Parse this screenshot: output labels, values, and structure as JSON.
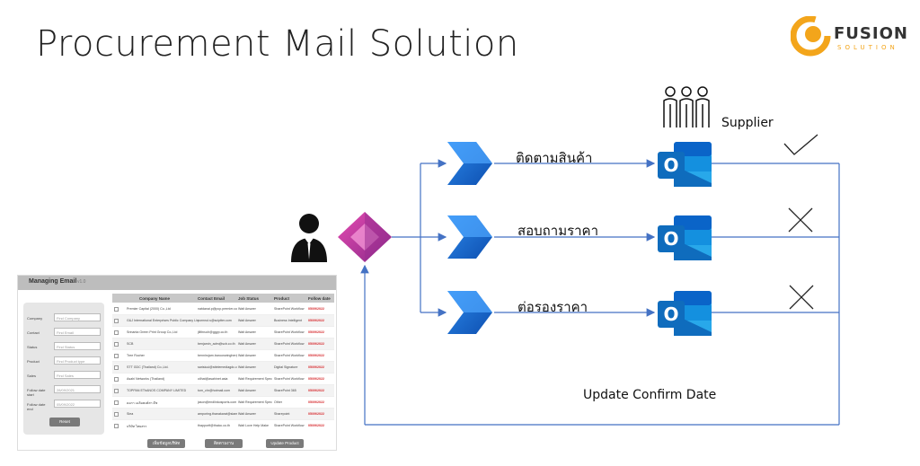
{
  "title": "Procurement Mail Solution",
  "logo": {
    "word": "FUSION",
    "sub": "SOLUTION"
  },
  "colors": {
    "flow_blue": "#1f6fd6",
    "line_blue": "#4472c4",
    "outlook_blue": "#0f6cbd",
    "powerapps_pink": "#c13584",
    "logo_orange": "#f3a51b"
  },
  "diagram": {
    "supplier_label": "Supplier",
    "flows": [
      {
        "label": "ติดตามสินค้า",
        "status": "check"
      },
      {
        "label": "สอบถามราคา",
        "status": "cross"
      },
      {
        "label": "ต่อรองราคา",
        "status": "cross"
      }
    ],
    "return_label": "Update Confirm Date",
    "icons": [
      "user-icon",
      "power-apps-icon",
      "power-automate-icon",
      "outlook-icon",
      "supplier-group-icon"
    ]
  },
  "screenshot": {
    "header": "Managing Email",
    "header_note": "v1.0",
    "filters": [
      {
        "label": "Company",
        "value": "Find Company"
      },
      {
        "label": "Contact",
        "value": "Find Email"
      },
      {
        "label": "Status",
        "value": "Find Status"
      },
      {
        "label": "Product",
        "value": "Find Product type"
      },
      {
        "label": "Sales",
        "value": "Find Sales"
      },
      {
        "label": "Follow date start",
        "value": "28/09/2021"
      },
      {
        "label": "Follow date end",
        "value": "05/09/2022"
      }
    ],
    "reset": "Reset",
    "columns": [
      "Company Name",
      "Contact Email",
      "Job Status",
      "Product",
      "Follow date"
    ],
    "rows": [
      [
        "Premier Capital (2000) Co.,Ltd",
        "natdanai.p@pcp.premier.co.th",
        "Wait Answer",
        "SharePoint Workflow",
        "05/09/2022"
      ],
      [
        "G&J International Enterprises Public Company Limited",
        "pornnut.s@sciptter.com",
        "Wait Answer",
        "Business Intelligent",
        "05/09/2022"
      ],
      [
        "Srinanta Green Print Group Co.,Ltd",
        "jillthruch@ggyp.co.th",
        "Wait Answer",
        "SharePoint Workflow",
        "05/09/2022"
      ],
      [
        "SCB",
        "benjamin_adm@scb.co.th",
        "Wait Answer",
        "SharePoint Workflow",
        "05/09/2022"
      ],
      [
        "Tree Rocher",
        "bennirojam.baroonwingher@gmail.com",
        "Wait Answer",
        "SharePoint Workflow",
        "05/09/2022"
      ],
      [
        "STT GDC (Thailand) Co.,Ltd.",
        "sarisiuui@sttelemediagdc.co.th",
        "Wait Answer",
        "Digital Signature",
        "05/09/2022"
      ],
      [
        "Asahi Networks (Thailand)",
        "oilhat@asahinet.asia",
        "Wait Requirement Spec",
        "SharePoint Workflow",
        "05/09/2022"
      ],
      [
        "TOPPAN EThANOS COMPANY LIMITED",
        "tom_chr@hotmail.com",
        "Wait Answer",
        "SharePoint 365",
        "05/09/2022"
      ],
      [
        "ดอกา เฉลิมพงศ์สา ดีช",
        "jason@endlinkosports.com",
        "Wait Requirement Spec",
        "Other",
        "05/09/2022"
      ],
      [
        "Siea",
        "amporing.thanakarat@siam.com",
        "Wait Answer",
        "Sharepoint",
        "05/09/2022"
      ],
      [
        "บริษัท ไทยสรร",
        "thapportf@thaicc.co.th",
        "Wait Love Help Make",
        "SharePoint Workflow",
        "05/09/2022"
      ]
    ],
    "buttons": [
      "เพิ่มข้อมูลบริษัท",
      "ติดตามงาน",
      "Update Product"
    ]
  }
}
